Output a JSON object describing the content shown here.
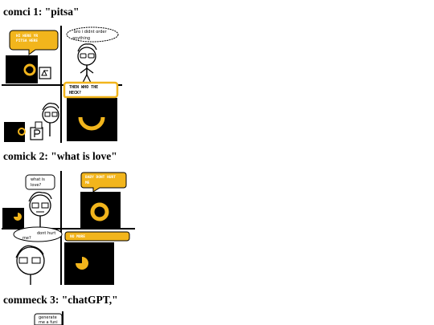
{
  "comics": [
    {
      "title": "comci 1: \"pitsa\"",
      "panels": {
        "p1_robot_line1": "HI HERE YR",
        "p1_robot_line2": "PITSA HERE",
        "p2_human_line1": "bro i didnt order",
        "p2_human_line2": "anything",
        "p4_robot_line1": "THEN WHO THE",
        "p4_robot_line2": "HECK?"
      }
    },
    {
      "title": "comick 2: \"what is love\"",
      "panels": {
        "p1_human_line1": "what is",
        "p1_human_line2": "love?",
        "p2_robot_line1": "BABY DONT HURT",
        "p2_robot_line2": "ME",
        "p3_human_line1": "dont hurt",
        "p3_human_line2": "me?",
        "p4_robot_line1": "NO MORE"
      }
    },
    {
      "title": "commeck 3: \"chatGPT,\"",
      "panels": {
        "p1_human_line1": "generate",
        "p1_human_line2": "me a funi"
      }
    }
  ],
  "colors": {
    "accent": "#f2b51c",
    "robot_body": "#000000",
    "ink": "#000000"
  }
}
